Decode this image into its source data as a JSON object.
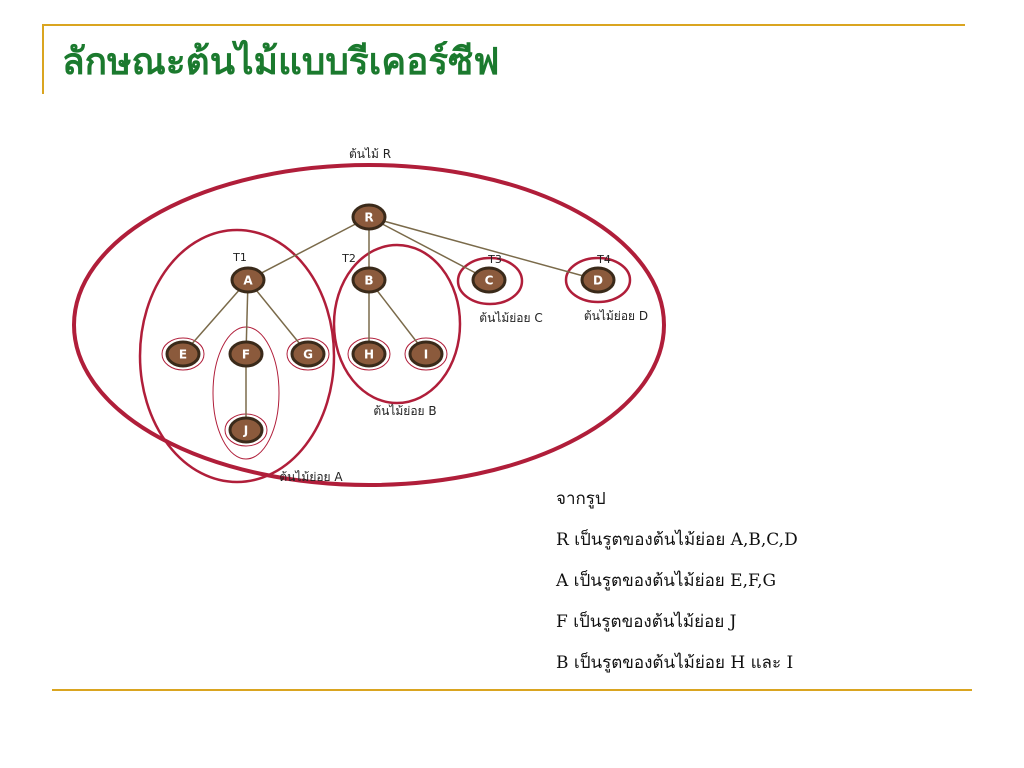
{
  "slide": {
    "title": "ลักษณะต้นไม้แบบรีเคอร์ซีฟ"
  },
  "diagram": {
    "outer_label": "ต้นไม้ R",
    "subtree_labels": {
      "A": "ต้นไม้ย่อย A",
      "B": "ต้นไม้ย่อย B",
      "C": "ต้นไม้ย่อย C",
      "D": "ต้นไม้ย่อย D"
    },
    "tree_labels": [
      "T1",
      "T2",
      "T3",
      "T4"
    ],
    "nodes": {
      "R": "R",
      "A": "A",
      "B": "B",
      "C": "C",
      "D": "D",
      "E": "E",
      "F": "F",
      "G": "G",
      "H": "H",
      "I": "I",
      "J": "J"
    },
    "colors": {
      "ellipse": "#b01e3a",
      "node_fill": "#8b5a3c",
      "node_ring": "#3a2a1a",
      "edge": "#7a6a4a"
    }
  },
  "notes": [
    "จากรูป",
    "R   เป็นรูตของต้นไม้ย่อย A,B,C,D",
    "A  เป็นรูตของต้นไม้ย่อย E,F,G",
    "F  เป็นรูตของต้นไม้ย่อย J",
    "B   เป็นรูตของต้นไม้ย่อย H และ I"
  ]
}
